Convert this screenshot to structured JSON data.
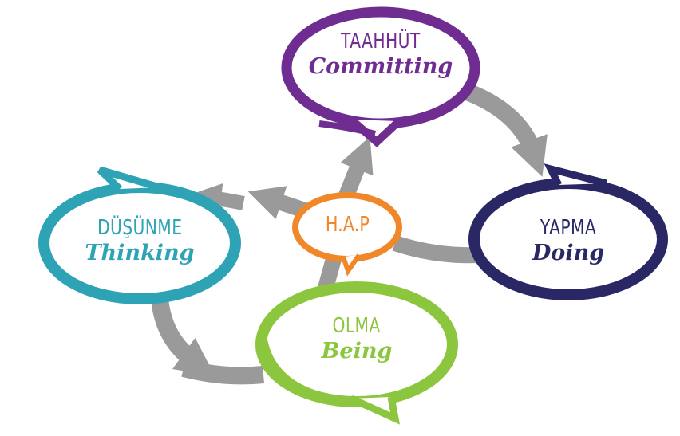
{
  "center": {
    "label": "H.A.P",
    "color": "#F0882A"
  },
  "bubbles": {
    "committing": {
      "title": "TAAHHÜT",
      "subtitle": "Committing",
      "color": "#6F2C91"
    },
    "doing": {
      "title": "YAPMA",
      "subtitle": "Doing",
      "color": "#2A2765"
    },
    "being": {
      "title": "OLMA",
      "subtitle": "Being",
      "color": "#8CC63F"
    },
    "thinking": {
      "title": "DÜŞÜNME",
      "subtitle": "Thinking",
      "color": "#2EA3B6"
    }
  },
  "arrow_color": "#9A9A9A"
}
